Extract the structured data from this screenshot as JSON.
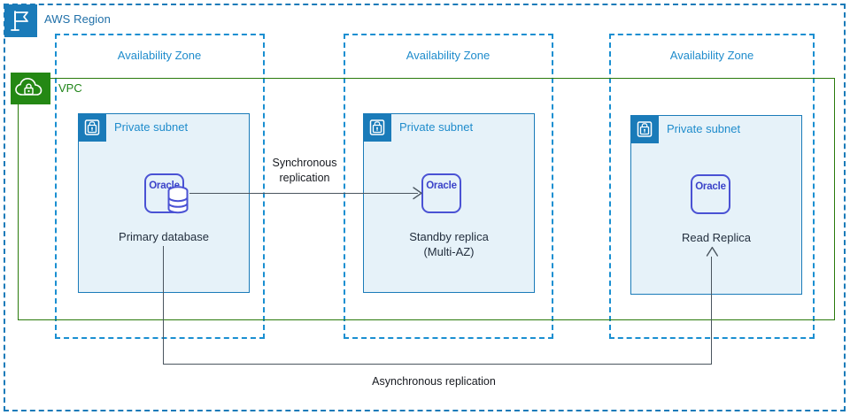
{
  "region": {
    "label": "AWS Region",
    "icon": "region-flag-icon",
    "icon_color": "#1a7bb9",
    "border_color": "#1a7bb9"
  },
  "vpc": {
    "label": "VPC",
    "icon": "vpc-cloud-lock-icon",
    "icon_color": "#248814",
    "border_color": "#2a7a0b",
    "text_color": "#1f8418"
  },
  "availability_zones": [
    {
      "label": "Availability Zone",
      "subnet": {
        "label": "Private subnet",
        "icon": "lock-icon",
        "node": {
          "type": "oracle-database",
          "badge": "Oracle",
          "has_cylinder": true
        },
        "caption": "Primary database",
        "caption_lines": [
          "Primary database"
        ]
      }
    },
    {
      "label": "Availability Zone",
      "subnet": {
        "label": "Private subnet",
        "icon": "lock-icon",
        "node": {
          "type": "oracle-database",
          "badge": "Oracle",
          "has_cylinder": false
        },
        "caption": "Standby replica (Multi-AZ)",
        "caption_lines": [
          "Standby replica",
          "(Multi-AZ)"
        ]
      }
    },
    {
      "label": "Availability Zone",
      "subnet": {
        "label": "Private subnet",
        "icon": "lock-icon",
        "node": {
          "type": "oracle-database",
          "badge": "Oracle",
          "has_cylinder": false
        },
        "caption": "Read Replica",
        "caption_lines": [
          "Read Replica"
        ]
      }
    }
  ],
  "connections": [
    {
      "name": "synchronous-replication",
      "label_lines": [
        "Synchronous",
        "replication"
      ],
      "label": "Synchronous replication",
      "direction": "primary-to-standby"
    },
    {
      "name": "asynchronous-replication",
      "label_lines": [
        "Asynchronous replication"
      ],
      "label": "Asynchronous replication",
      "direction": "primary-to-read-replica"
    }
  ],
  "colors": {
    "aws_blue": "#1a7bb9",
    "az_blue": "#1a8fd1",
    "vpc_green": "#248814",
    "subnet_fill": "#e6f2f9",
    "oracle_purple": "#4a52d4",
    "line_gray": "#4a555f"
  }
}
